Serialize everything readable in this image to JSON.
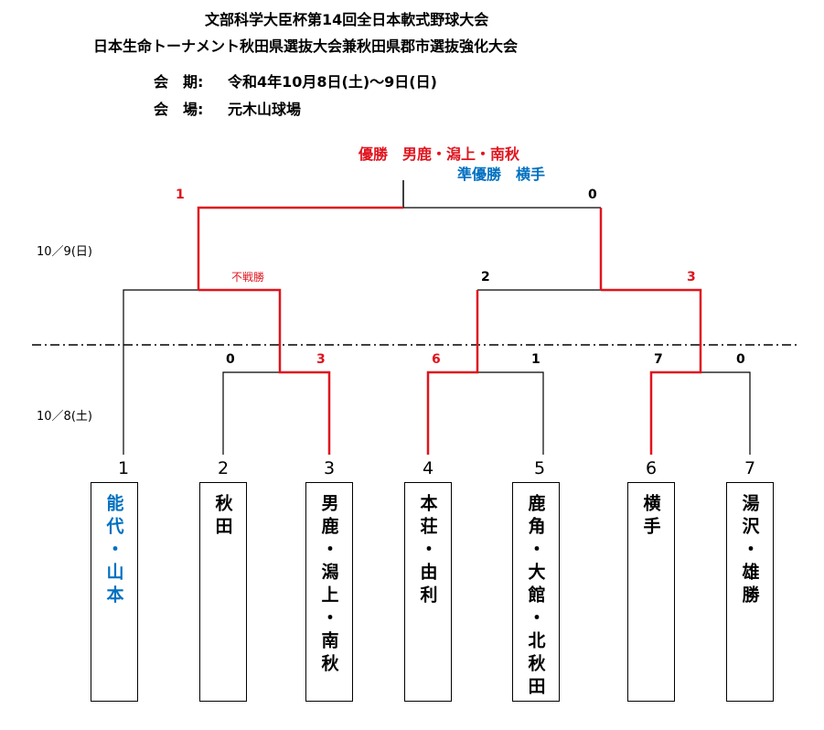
{
  "title": {
    "line1": "文部科学大臣杯第14回全日本軟式野球大会",
    "line2": "日本生命トーナメント秋田県選抜大会兼秋田県郡市選抜強化大会"
  },
  "meta": {
    "period_label": "会　期:",
    "period_value": "令和4年10月8日(土)～9日(日)",
    "venue_label": "会　場:",
    "venue_value": "元木山球場"
  },
  "result": {
    "winner": "優勝　男鹿・潟上・南秋",
    "runner_up": "準優勝　横手"
  },
  "dates": {
    "day2": "10／9(日)",
    "day1": "10／8(土)"
  },
  "scores": {
    "final_left": "1",
    "final_right": "0",
    "semi1_note": "不戦勝",
    "semi2_left": "2",
    "semi2_right": "3",
    "r1a_left": "0",
    "r1a_right": "3",
    "r1b_left": "6",
    "r1b_right": "1",
    "r1c_left": "7",
    "r1c_right": "0"
  },
  "teams": [
    {
      "seed": "1",
      "name": "能代・山本"
    },
    {
      "seed": "2",
      "name": "秋田"
    },
    {
      "seed": "3",
      "name": "男鹿・潟上・南秋"
    },
    {
      "seed": "4",
      "name": "本荘・由利"
    },
    {
      "seed": "5",
      "name": "鹿角・大館・北秋田"
    },
    {
      "seed": "6",
      "name": "横手"
    },
    {
      "seed": "7",
      "name": "湯沢・雄勝"
    }
  ],
  "colors": {
    "win_line": "#e0141e",
    "line": "#000000",
    "highlight_team": "#0070c0"
  }
}
